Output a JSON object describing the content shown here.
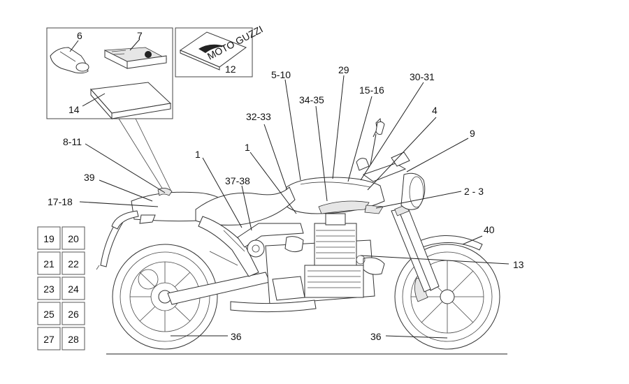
{
  "callouts": {
    "c6": "6",
    "c7": "7",
    "c12": "12",
    "c14": "14",
    "c8_11": "8-11",
    "c39": "39",
    "c17_18": "17-18",
    "c1a": "1",
    "c1b": "1",
    "c37_38": "37-38",
    "c32_33": "32-33",
    "c5_10": "5-10",
    "c34_35": "34-35",
    "c29": "29",
    "c15_16": "15-16",
    "c30_31": "30-31",
    "c4": "4",
    "c9": "9",
    "c2_3": "2 - 3",
    "c40": "40",
    "c13": "13",
    "c36a": "36",
    "c36b": "36"
  },
  "grid": [
    [
      "19",
      "20"
    ],
    [
      "21",
      "22"
    ],
    [
      "23",
      "24"
    ],
    [
      "25",
      "26"
    ],
    [
      "27",
      "28"
    ]
  ],
  "decal_text": "MOTO GUZZI"
}
